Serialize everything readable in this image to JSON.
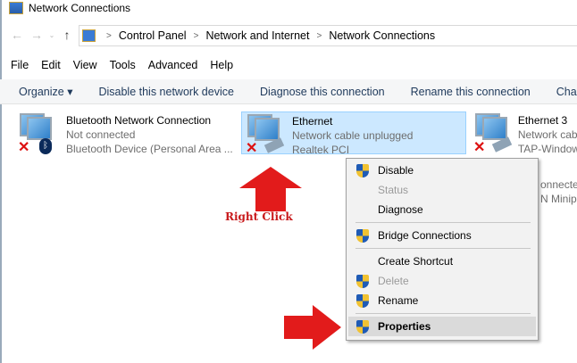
{
  "window": {
    "title": "Network Connections"
  },
  "breadcrumb": [
    "Control Panel",
    "Network and Internet",
    "Network Connections"
  ],
  "menubar": [
    "File",
    "Edit",
    "View",
    "Tools",
    "Advanced",
    "Help"
  ],
  "toolbar": {
    "organize": "Organize ▾",
    "items": [
      "Disable this network device",
      "Diagnose this connection",
      "Rename this connection",
      "Change"
    ]
  },
  "connections": [
    {
      "name": "Bluetooth Network Connection",
      "status": "Not connected",
      "device": "Bluetooth Device (Personal Area ..."
    },
    {
      "name": "Ethernet",
      "status": "Network cable unplugged",
      "device": "Realtek PCI"
    },
    {
      "name": "Ethernet 3",
      "status": "Network cab",
      "device": "TAP-Window"
    }
  ],
  "hidden_fragments": [
    "onnecte",
    "N Minipo"
  ],
  "annotation": {
    "label": "Right Click",
    "color": "#e21b1b"
  },
  "context_menu": [
    {
      "label": "Disable",
      "shield": true,
      "disabled": false
    },
    {
      "label": "Status",
      "shield": false,
      "disabled": true
    },
    {
      "label": "Diagnose",
      "shield": false,
      "disabled": false
    },
    {
      "sep": true
    },
    {
      "label": "Bridge Connections",
      "shield": true,
      "disabled": false
    },
    {
      "sep": true
    },
    {
      "label": "Create Shortcut",
      "shield": false,
      "disabled": false
    },
    {
      "label": "Delete",
      "shield": true,
      "disabled": true
    },
    {
      "label": "Rename",
      "shield": true,
      "disabled": false
    },
    {
      "sep": true
    },
    {
      "label": "Properties",
      "shield": true,
      "disabled": false,
      "highlighted": true
    }
  ]
}
